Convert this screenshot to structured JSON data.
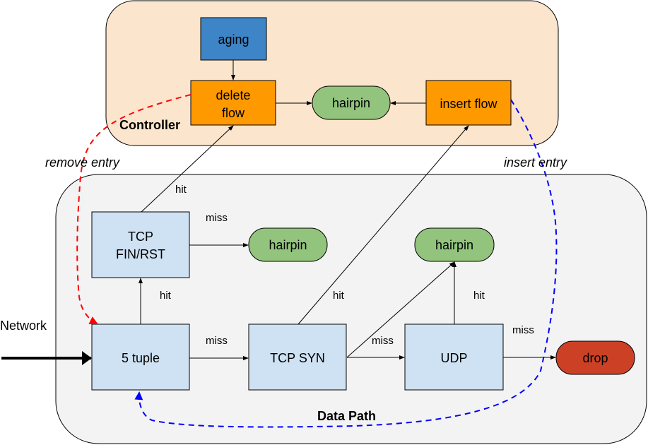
{
  "colors": {
    "controller_bg": "#fce5cd",
    "datapath_bg": "#f3f3f3",
    "table_fill": "#cfe2f3",
    "action_fill": "#ff9900",
    "aging_fill": "#3d85c6",
    "hairpin_fill": "#93c47d",
    "drop_fill": "#cc4125",
    "remove_edge": "#ff0000",
    "insert_edge": "#0000ff",
    "line": "#000000"
  },
  "groups": {
    "controller": "Controller",
    "datapath": "Data Path"
  },
  "nodes": {
    "aging": "aging",
    "delete_flow_l1": "delete",
    "delete_flow_l2": "flow",
    "hairpin_ctrl": "hairpin",
    "insert_flow": "insert flow",
    "tcp_fin_l1": "TCP",
    "tcp_fin_l2": "FIN/RST",
    "hairpin_fin": "hairpin",
    "hairpin_udp": "hairpin",
    "five_tuple": "5 tuple",
    "tcp_syn": "TCP SYN",
    "udp": "UDP",
    "drop": "drop",
    "network": "Network"
  },
  "edges": {
    "fin_hit": "hit",
    "fin_miss": "miss",
    "tuple_hit": "hit",
    "tuple_miss": "miss",
    "syn_hit": "hit",
    "syn_miss": "miss",
    "udp_hit": "hit",
    "udp_miss": "miss",
    "remove_entry": "remove entry",
    "insert_entry": "insert entry"
  }
}
